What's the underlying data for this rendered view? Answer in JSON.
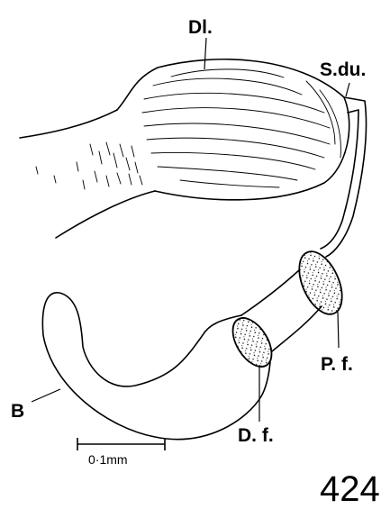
{
  "figure": {
    "labels": {
      "dl": "Dl.",
      "sdu": "S.du.",
      "pf": "P. f.",
      "df": "D. f.",
      "b": "B"
    },
    "scale_bar_label": "0·1mm",
    "figure_number": "424"
  }
}
